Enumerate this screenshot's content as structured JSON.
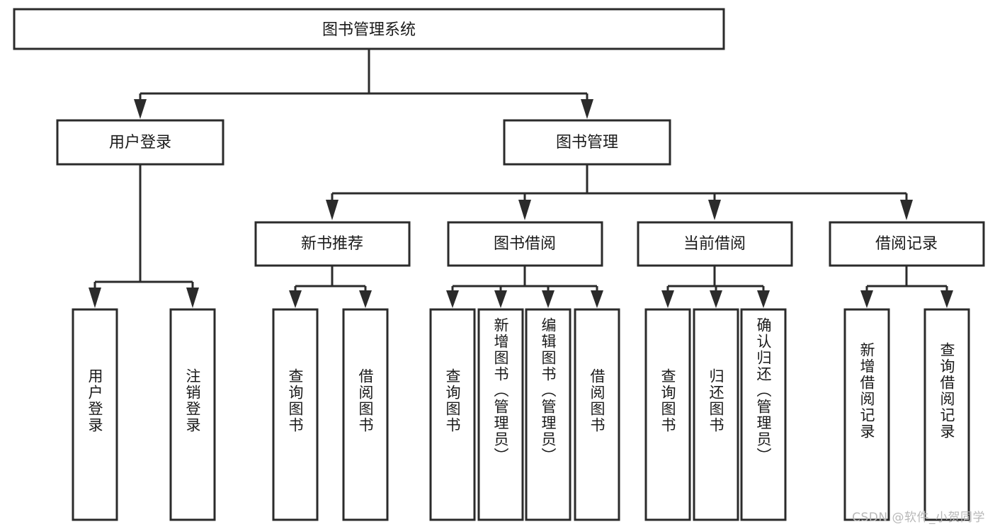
{
  "diagram": {
    "title": "图书管理系统",
    "type": "tree",
    "orientation": "top-down",
    "colors": {
      "stroke": "#2b2b2b",
      "fill": "#ffffff",
      "text": "#1a1a1a",
      "background": "#ffffff",
      "watermark": "#b8b8b8"
    },
    "levels": 4
  },
  "root": {
    "label": "图书管理系统"
  },
  "level2": [
    {
      "label": "用户登录"
    },
    {
      "label": "图书管理"
    }
  ],
  "level3": [
    {
      "label": "新书推荐"
    },
    {
      "label": "图书借阅"
    },
    {
      "label": "当前借阅"
    },
    {
      "label": "借阅记录"
    }
  ],
  "leaves": {
    "user_login": [
      {
        "label": "用户登录"
      },
      {
        "label": "注销登录"
      }
    ],
    "new_book_recommend": [
      {
        "label": "查询图书"
      },
      {
        "label": "借阅图书"
      }
    ],
    "book_borrow": [
      {
        "label": "查询图书"
      },
      {
        "label": "新增图书（管理员）"
      },
      {
        "label": "编辑图书（管理员）"
      },
      {
        "label": "借阅图书"
      }
    ],
    "current_borrow": [
      {
        "label": "查询图书"
      },
      {
        "label": "归还图书"
      },
      {
        "label": "确认归还（管理员）"
      }
    ],
    "borrow_record": [
      {
        "label": "新增借阅记录"
      },
      {
        "label": "查询借阅记录"
      }
    ]
  },
  "watermark": {
    "text": "CSDN @软件_小贺同学"
  }
}
